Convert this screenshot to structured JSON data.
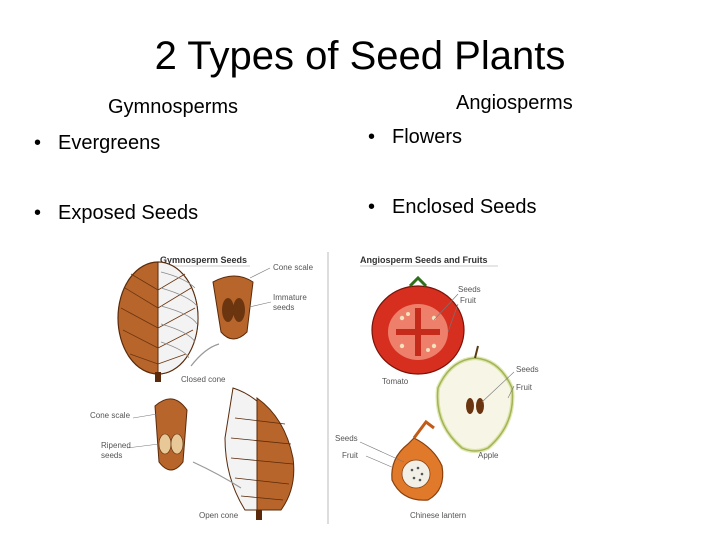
{
  "slide": {
    "title": "2 Types of Seed Plants",
    "left": {
      "heading": "Gymnosperms",
      "bullets": [
        "Evergreens",
        "Exposed Seeds"
      ]
    },
    "right": {
      "heading": "Angiosperms",
      "bullets": [
        "Flowers",
        "Enclosed Seeds"
      ]
    }
  },
  "figure_left": {
    "title": "Gymnosperm Seeds",
    "labels": {
      "cone_scale_top": "Cone scale",
      "immature_1": "Immature",
      "immature_2": "seeds",
      "closed_cone": "Closed cone",
      "cone_scale_bottom": "Cone scale",
      "ripened_1": "Ripened",
      "ripened_2": "seeds",
      "open_cone": "Open cone"
    }
  },
  "figure_right": {
    "title": "Angiosperm Seeds and Fruits",
    "labels": {
      "tomato_seeds": "Seeds",
      "tomato_fruit": "Fruit",
      "tomato": "Tomato",
      "apple_seeds": "Seeds",
      "apple_fruit": "Fruit",
      "apple": "Apple",
      "lantern_seeds": "Seeds",
      "lantern_fruit": "Fruit",
      "lantern": "Chinese lantern"
    }
  },
  "colors": {
    "cone_brown": "#b8652b",
    "cone_dark": "#6b3510",
    "tomato_red": "#d62f1f",
    "apple_green": "#c9d97a",
    "label_gray": "#555555"
  }
}
